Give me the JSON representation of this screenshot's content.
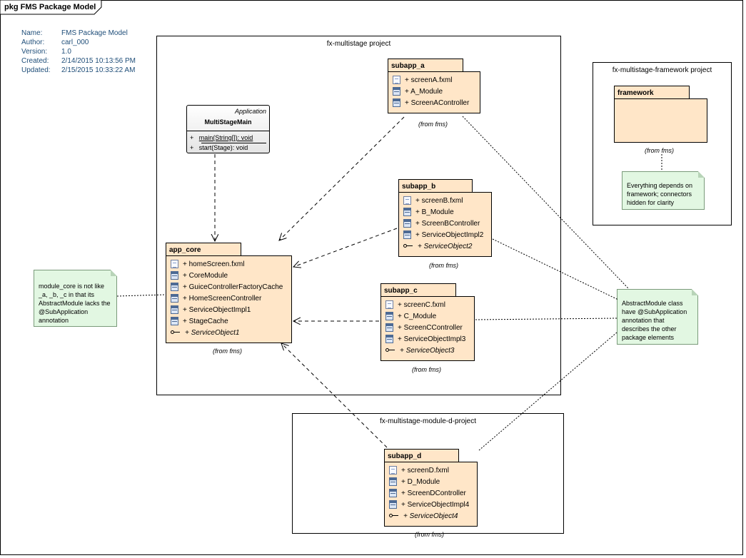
{
  "diagram": {
    "title": "pkg FMS Package Model"
  },
  "metadata": [
    {
      "label": "Name:",
      "value": "FMS Package Model"
    },
    {
      "label": "Author:",
      "value": "carl_000"
    },
    {
      "label": "Version:",
      "value": "1.0"
    },
    {
      "label": "Created:",
      "value": "2/14/2015 10:13:56 PM"
    },
    {
      "label": "Updated:",
      "value": "2/15/2015 10:33:22 AM"
    }
  ],
  "boundaries": {
    "multistage": "fx-multistage project",
    "framework_project": "fx-multistage-framework project",
    "module_d": "fx-multistage-module-d-project"
  },
  "application_class": {
    "stereotype": "Application",
    "name": "MultiStageMain",
    "operations": [
      {
        "visibility": "+",
        "signature": "main(String[]): void"
      },
      {
        "visibility": "+",
        "signature": "start(Stage): void"
      }
    ]
  },
  "packages": {
    "app_core": {
      "name": "app_core",
      "from": "(from fms)",
      "members": [
        {
          "icon": "fxml-file-icon",
          "text": "+ homeScreen.fxml"
        },
        {
          "icon": "class-icon",
          "text": "+ CoreModule"
        },
        {
          "icon": "class-icon",
          "text": "+ GuiceControllerFactoryCache"
        },
        {
          "icon": "class-icon",
          "text": "+ HomeScreenController"
        },
        {
          "icon": "class-icon",
          "text": "+ ServiceObjectImpl1"
        },
        {
          "icon": "class-icon",
          "text": "+ StageCache"
        },
        {
          "icon": "interface-icon",
          "text": "+ ServiceObject1"
        }
      ]
    },
    "subapp_a": {
      "name": "subapp_a",
      "from": "(from fms)",
      "members": [
        {
          "icon": "fxml-file-icon",
          "text": "+ screenA.fxml"
        },
        {
          "icon": "class-icon",
          "text": "+ A_Module"
        },
        {
          "icon": "class-icon",
          "text": "+ ScreenAController"
        }
      ]
    },
    "subapp_b": {
      "name": "subapp_b",
      "from": "(from fms)",
      "members": [
        {
          "icon": "fxml-file-icon",
          "text": "+ screenB.fxml"
        },
        {
          "icon": "class-icon",
          "text": "+ B_Module"
        },
        {
          "icon": "class-icon",
          "text": "+ ScreenBController"
        },
        {
          "icon": "class-icon",
          "text": "+ ServiceObjectImpl2"
        },
        {
          "icon": "interface-icon",
          "text": "+ ServiceObject2"
        }
      ]
    },
    "subapp_c": {
      "name": "subapp_c",
      "from": "(from fms)",
      "members": [
        {
          "icon": "fxml-file-icon",
          "text": "+ screenC.fxml"
        },
        {
          "icon": "class-icon",
          "text": "+ C_Module"
        },
        {
          "icon": "class-icon",
          "text": "+ ScreenCController"
        },
        {
          "icon": "class-icon",
          "text": "+ ServiceObjectImpl3"
        },
        {
          "icon": "interface-icon",
          "text": "+ ServiceObject3"
        }
      ]
    },
    "subapp_d": {
      "name": "subapp_d",
      "from": "(from fms)",
      "members": [
        {
          "icon": "fxml-file-icon",
          "text": "+ screenD.fxml"
        },
        {
          "icon": "class-icon",
          "text": "+ D_Module"
        },
        {
          "icon": "class-icon",
          "text": "+ ScreenDController"
        },
        {
          "icon": "class-icon",
          "text": "+ ServiceObjectImpl4"
        },
        {
          "icon": "interface-icon",
          "text": "+ ServiceObject4"
        }
      ]
    },
    "framework": {
      "name": "framework",
      "from": "(from fms)",
      "members": []
    }
  },
  "notes": {
    "module_core": "module_core is not like _a, _b, _c in that its AbstractModule lacks the @SubApplication annotation",
    "framework": "Everything depends on framework; connectors hidden for clarity",
    "abstract_module": "AbstractModule class have @SubApplication annotation that describes the other package elements"
  },
  "colors": {
    "package_fill": "#ffe6c8",
    "note_fill": "#e2f7e2",
    "metadata_text": "#1f4e79"
  }
}
